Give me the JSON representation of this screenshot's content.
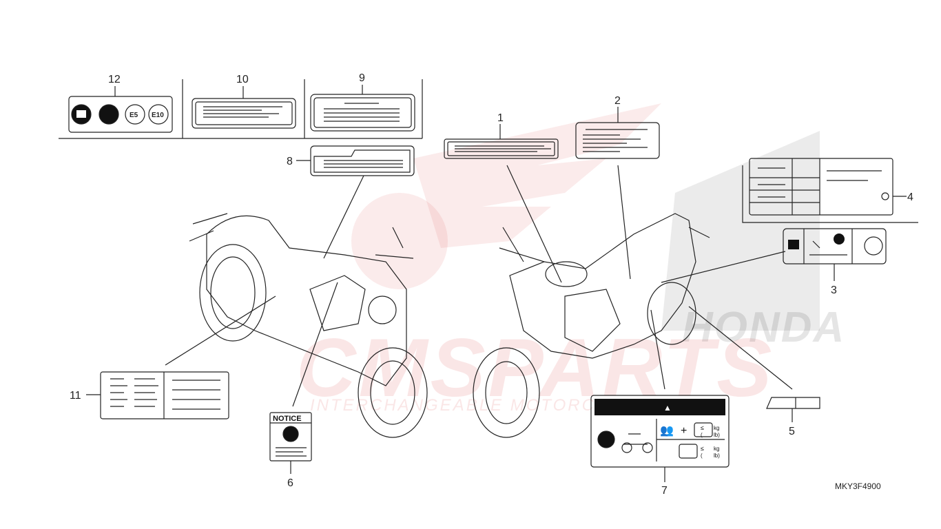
{
  "watermark": {
    "brand": "CMSPARTS",
    "tagline": "INTERCHANGEABLE MOTORCYCLE PARTS",
    "honda": "HONDA"
  },
  "diagram_code": "MKY3F4900",
  "callouts": [
    "1",
    "2",
    "3",
    "4",
    "5",
    "6",
    "7",
    "8",
    "9",
    "10",
    "11",
    "12"
  ],
  "decals": {
    "e5": "E5",
    "e10": "E10",
    "notice": "NOTICE",
    "warning_symbol": "▲",
    "kg": "kg",
    "lb": "lb)",
    "paren": "(",
    "leq": "≤",
    "plus": "+"
  },
  "icons": [
    "owners-manual-icon",
    "fuel-pump-icon",
    "motorcycle-icon",
    "rider-icon",
    "luggage-icon",
    "chain-icon",
    "no-entry-icon"
  ],
  "colors": {
    "line": "#222222",
    "watermark": "#dc3c3c",
    "panel_fill": "#111111"
  }
}
